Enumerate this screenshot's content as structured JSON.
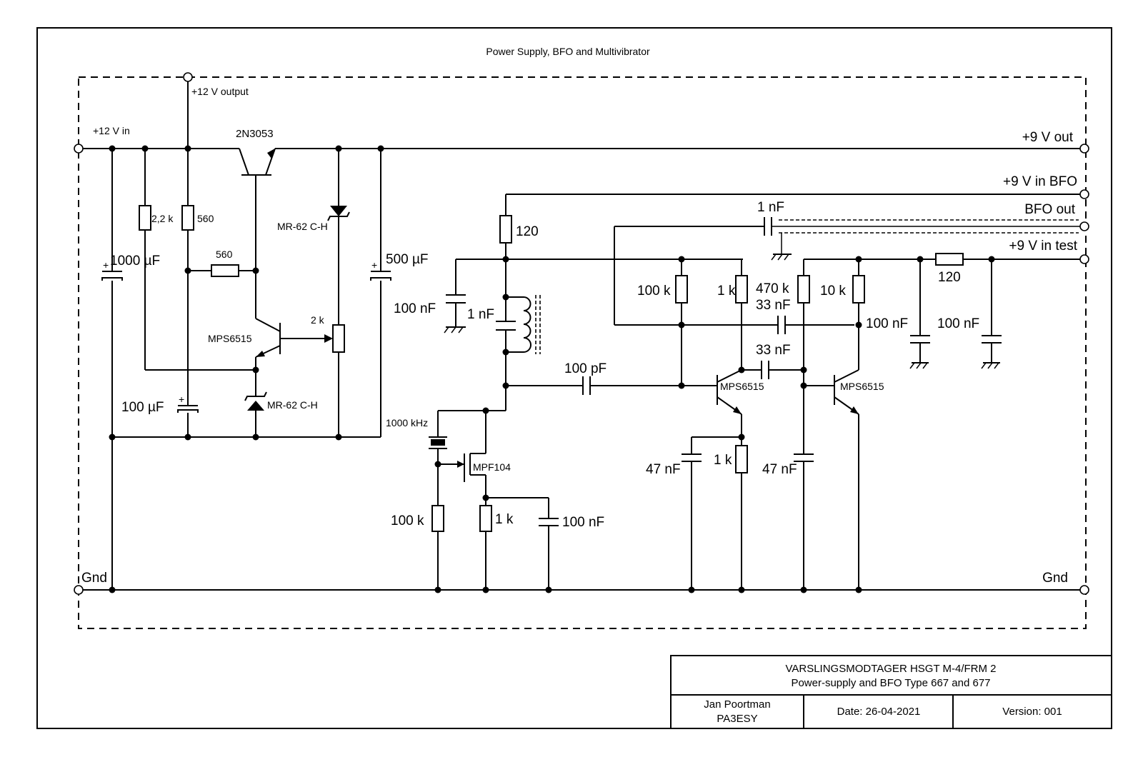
{
  "sheet_title": "Power Supply,  BFO and Multivibrator",
  "title_block": {
    "project": "VARSLINGSMODTAGER HSGT M-4/FRM 2",
    "subtitle": "Power-supply and BFO Type 667 and 677",
    "author": "Jan Poortman",
    "callsign": "PA3ESY",
    "date": "Date: 26-04-2021",
    "version": "Version: 001"
  },
  "terminals": {
    "v12_output": "+12 V output",
    "v12_in": "+12 V in",
    "v9_out": "+9 V out",
    "v9_in_bfo": "+9 V in BFO",
    "bfo_out": "BFO out",
    "v9_in_test": "+9 V in test",
    "gnd_left": "Gnd",
    "gnd_right": "Gnd"
  },
  "components": {
    "q_2n3053": "2N3053",
    "r_2k2": "2,2 k",
    "r_560_v": "560",
    "r_560_h": "560",
    "c_1000uF": "1000 µF",
    "zener_top": "MR-62 C-H",
    "c_500uF": "500 µF",
    "q_mps6515_reg": "MPS6515",
    "pot_2k": "2 k",
    "c_100uF": "100 µF",
    "zener_bottom": "MR-62 C-H",
    "r_120_bfo": "120",
    "c_100nF_bfo": "100 nF",
    "c_1nF_tank": "1 nF",
    "c_100pF": "100 pF",
    "crystal": "1000 kHz",
    "fet": "MPF104",
    "r_100k_gate": "100 k",
    "r_1k_source": "1 k",
    "c_100nF_source": "100 nF",
    "c_1nF_out": "1 nF",
    "r_100k_base": "100 k",
    "r_1k_coll": "1 k",
    "r_470k": "470 k",
    "c_33nF_top": "33 nF",
    "r_10k": "10 k",
    "c_33nF_mid": "33 nF",
    "q_mps6515_a": "MPS6515",
    "q_mps6515_b": "MPS6515",
    "c_100nF_a": "100 nF",
    "c_100nF_b": "100 nF",
    "r_120_test": "120",
    "c_47nF_a": "47 nF",
    "r_1k_emit": "1 k",
    "c_47nF_b": "47 nF"
  }
}
